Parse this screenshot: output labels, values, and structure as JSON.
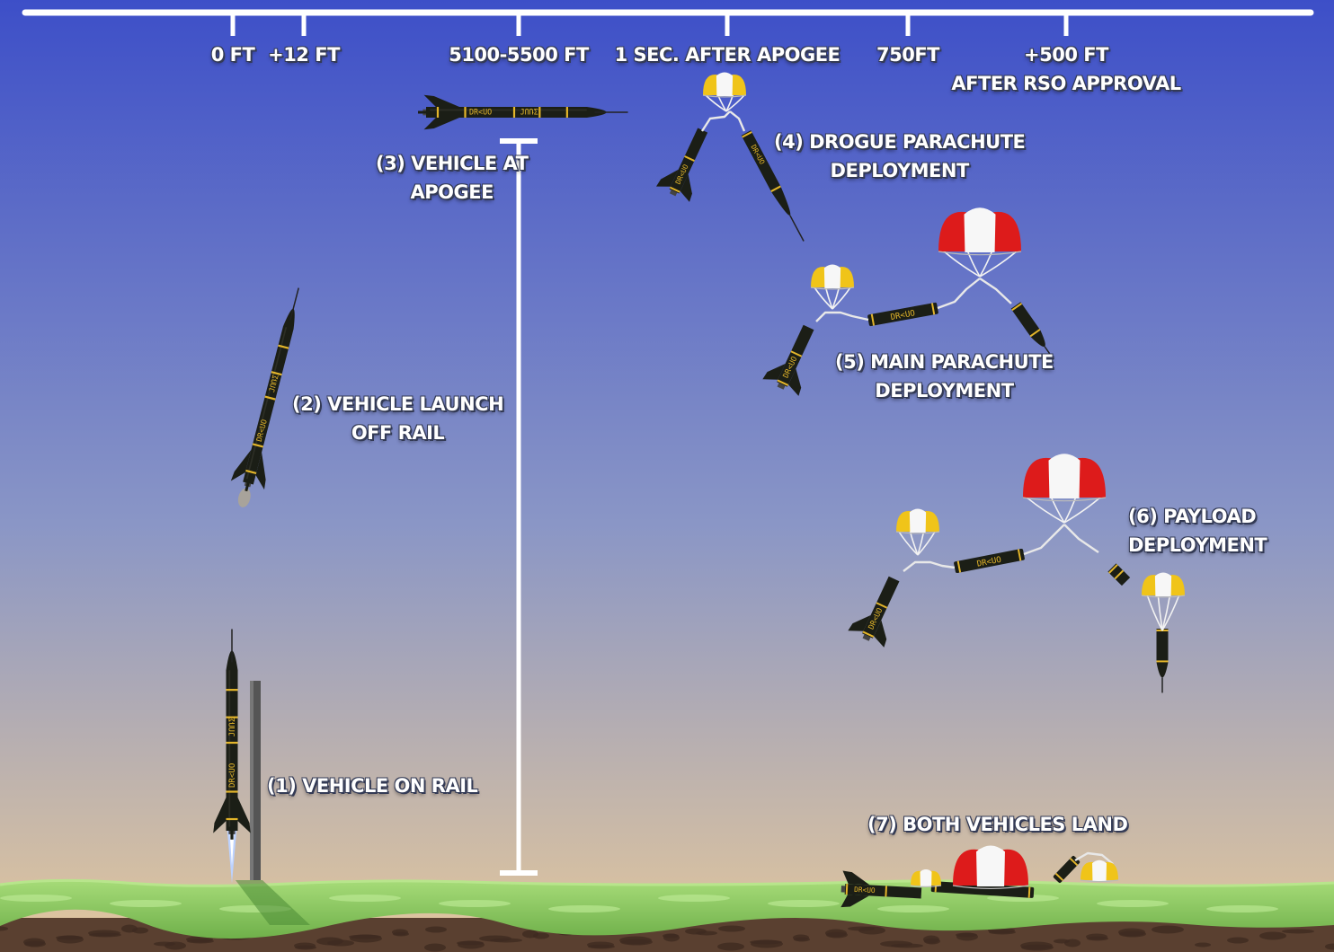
{
  "timeline": {
    "ticks": [
      {
        "label_lines": [
          "0 FT"
        ]
      },
      {
        "label_lines": [
          "+12 FT"
        ]
      },
      {
        "label_lines": [
          "5100-5500 FT"
        ]
      },
      {
        "label_lines": [
          "1 SEC. AFTER APOGEE"
        ]
      },
      {
        "label_lines": [
          "750FT"
        ]
      },
      {
        "label_lines": [
          "+500 FT",
          "AFTER RSO APPROVAL"
        ]
      }
    ]
  },
  "stages": [
    {
      "lines": [
        "(1) VEHICLE ON RAIL"
      ]
    },
    {
      "lines": [
        "(2) VEHICLE LAUNCH",
        "OFF RAIL"
      ]
    },
    {
      "lines": [
        "(3) VEHICLE AT",
        "APOGEE"
      ]
    },
    {
      "lines": [
        "(4) DROGUE PARACHUTE",
        "DEPLOYMENT"
      ]
    },
    {
      "lines": [
        "(5) MAIN PARACHUTE",
        "DEPLOYMENT"
      ]
    },
    {
      "lines": [
        "(6) PAYLOAD",
        "DEPLOYMENT"
      ]
    },
    {
      "lines": [
        "(7) BOTH VEHICLES LAND"
      ]
    }
  ],
  "rocket_markings": {
    "booster": "DR<UO",
    "sustainer": "JՈՌΣ"
  },
  "colors": {
    "sky_top": "#3d4fc8",
    "sky_mid": "#8a96c6",
    "sky_bottom": "#e3c79c",
    "grass": "#88c85a",
    "soil": "#5a4030",
    "rocket_body": "#1b1e16",
    "rocket_stripe": "#e3b52a",
    "drogue_yellow": "#f0c419",
    "main_red": "#dd1b1b",
    "canopy_white": "#f7f7f7",
    "rail": "#555555",
    "timeline": "#ffffff"
  }
}
